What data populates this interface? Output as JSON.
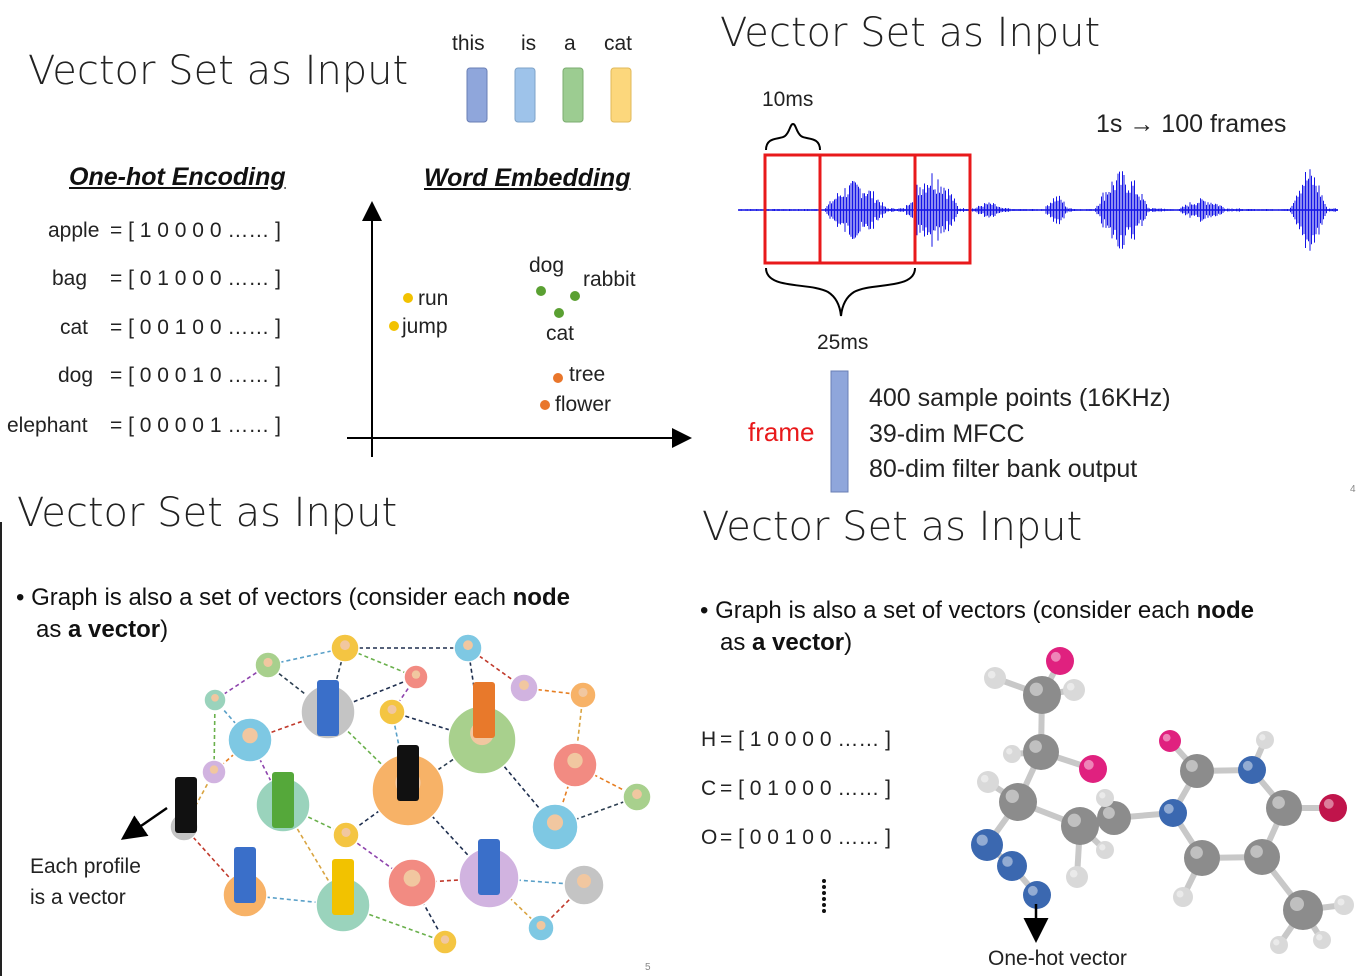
{
  "slide1": {
    "title": "Vector Set as Input",
    "words": [
      "this",
      "is",
      "a",
      "cat"
    ],
    "word_colors": [
      "#8fa6db",
      "#9ec3ea",
      "#9ccc91",
      "#fcd77c"
    ],
    "onehot_title": "One-hot Encoding",
    "embed_title": "Word Embedding",
    "onehot_rows": [
      {
        "word": "apple",
        "vec": "= [ 1   0   0   0   0 …… ]"
      },
      {
        "word": "bag",
        "vec": "= [ 0   1   0   0   0 …… ]"
      },
      {
        "word": "cat",
        "vec": "= [ 0   0   1   0   0 …… ]"
      },
      {
        "word": "dog",
        "vec": "= [ 0   0   0   1   0 …… ]"
      },
      {
        "word": "elephant",
        "vec": "= [ 0   0   0   0   1 …… ]"
      }
    ],
    "points": [
      {
        "label": "run",
        "group": "verb"
      },
      {
        "label": "jump",
        "group": "verb"
      },
      {
        "label": "dog",
        "group": "animal"
      },
      {
        "label": "rabbit",
        "group": "animal"
      },
      {
        "label": "cat",
        "group": "animal"
      },
      {
        "label": "tree",
        "group": "plant"
      },
      {
        "label": "flower",
        "group": "plant"
      }
    ],
    "group_colors": {
      "verb": "#f2c200",
      "animal": "#5aa032",
      "plant": "#e9762b"
    }
  },
  "slide2": {
    "title": "Vector Set as Input",
    "label_10ms": "10ms",
    "label_25ms": "25ms",
    "frames_text": "1s → 100 frames",
    "frame_label": "frame",
    "frame_lines": [
      "400 sample points (16KHz)",
      "39-dim MFCC",
      "80-dim filter bank output"
    ],
    "page": "4"
  },
  "slide3": {
    "title": "Vector Set as Input",
    "bullet_pre": "Graph is also a set of vectors (consider each ",
    "bullet_bold1": "node",
    "bullet_mid": "as ",
    "bullet_bold2": "a vector",
    "bullet_post": ")",
    "profile_line1": "Each profile",
    "profile_line2": "is a vector",
    "page": "5"
  },
  "slide4": {
    "title": "Vector Set as Input",
    "bullet_pre": "Graph is also a set of vectors (consider each ",
    "bullet_bold1": "node",
    "bullet_mid": "as ",
    "bullet_bold2": "a vector",
    "bullet_post": ")",
    "rows": [
      {
        "atom": "H",
        "vec": "= [ 1   0   0   0   0 …… ]"
      },
      {
        "atom": "C",
        "vec": "= [ 0   1   0   0   0 …… ]"
      },
      {
        "atom": "O",
        "vec": "= [ 0   0   1   0   0 …… ]"
      }
    ],
    "onehot_label": "One-hot vector"
  }
}
